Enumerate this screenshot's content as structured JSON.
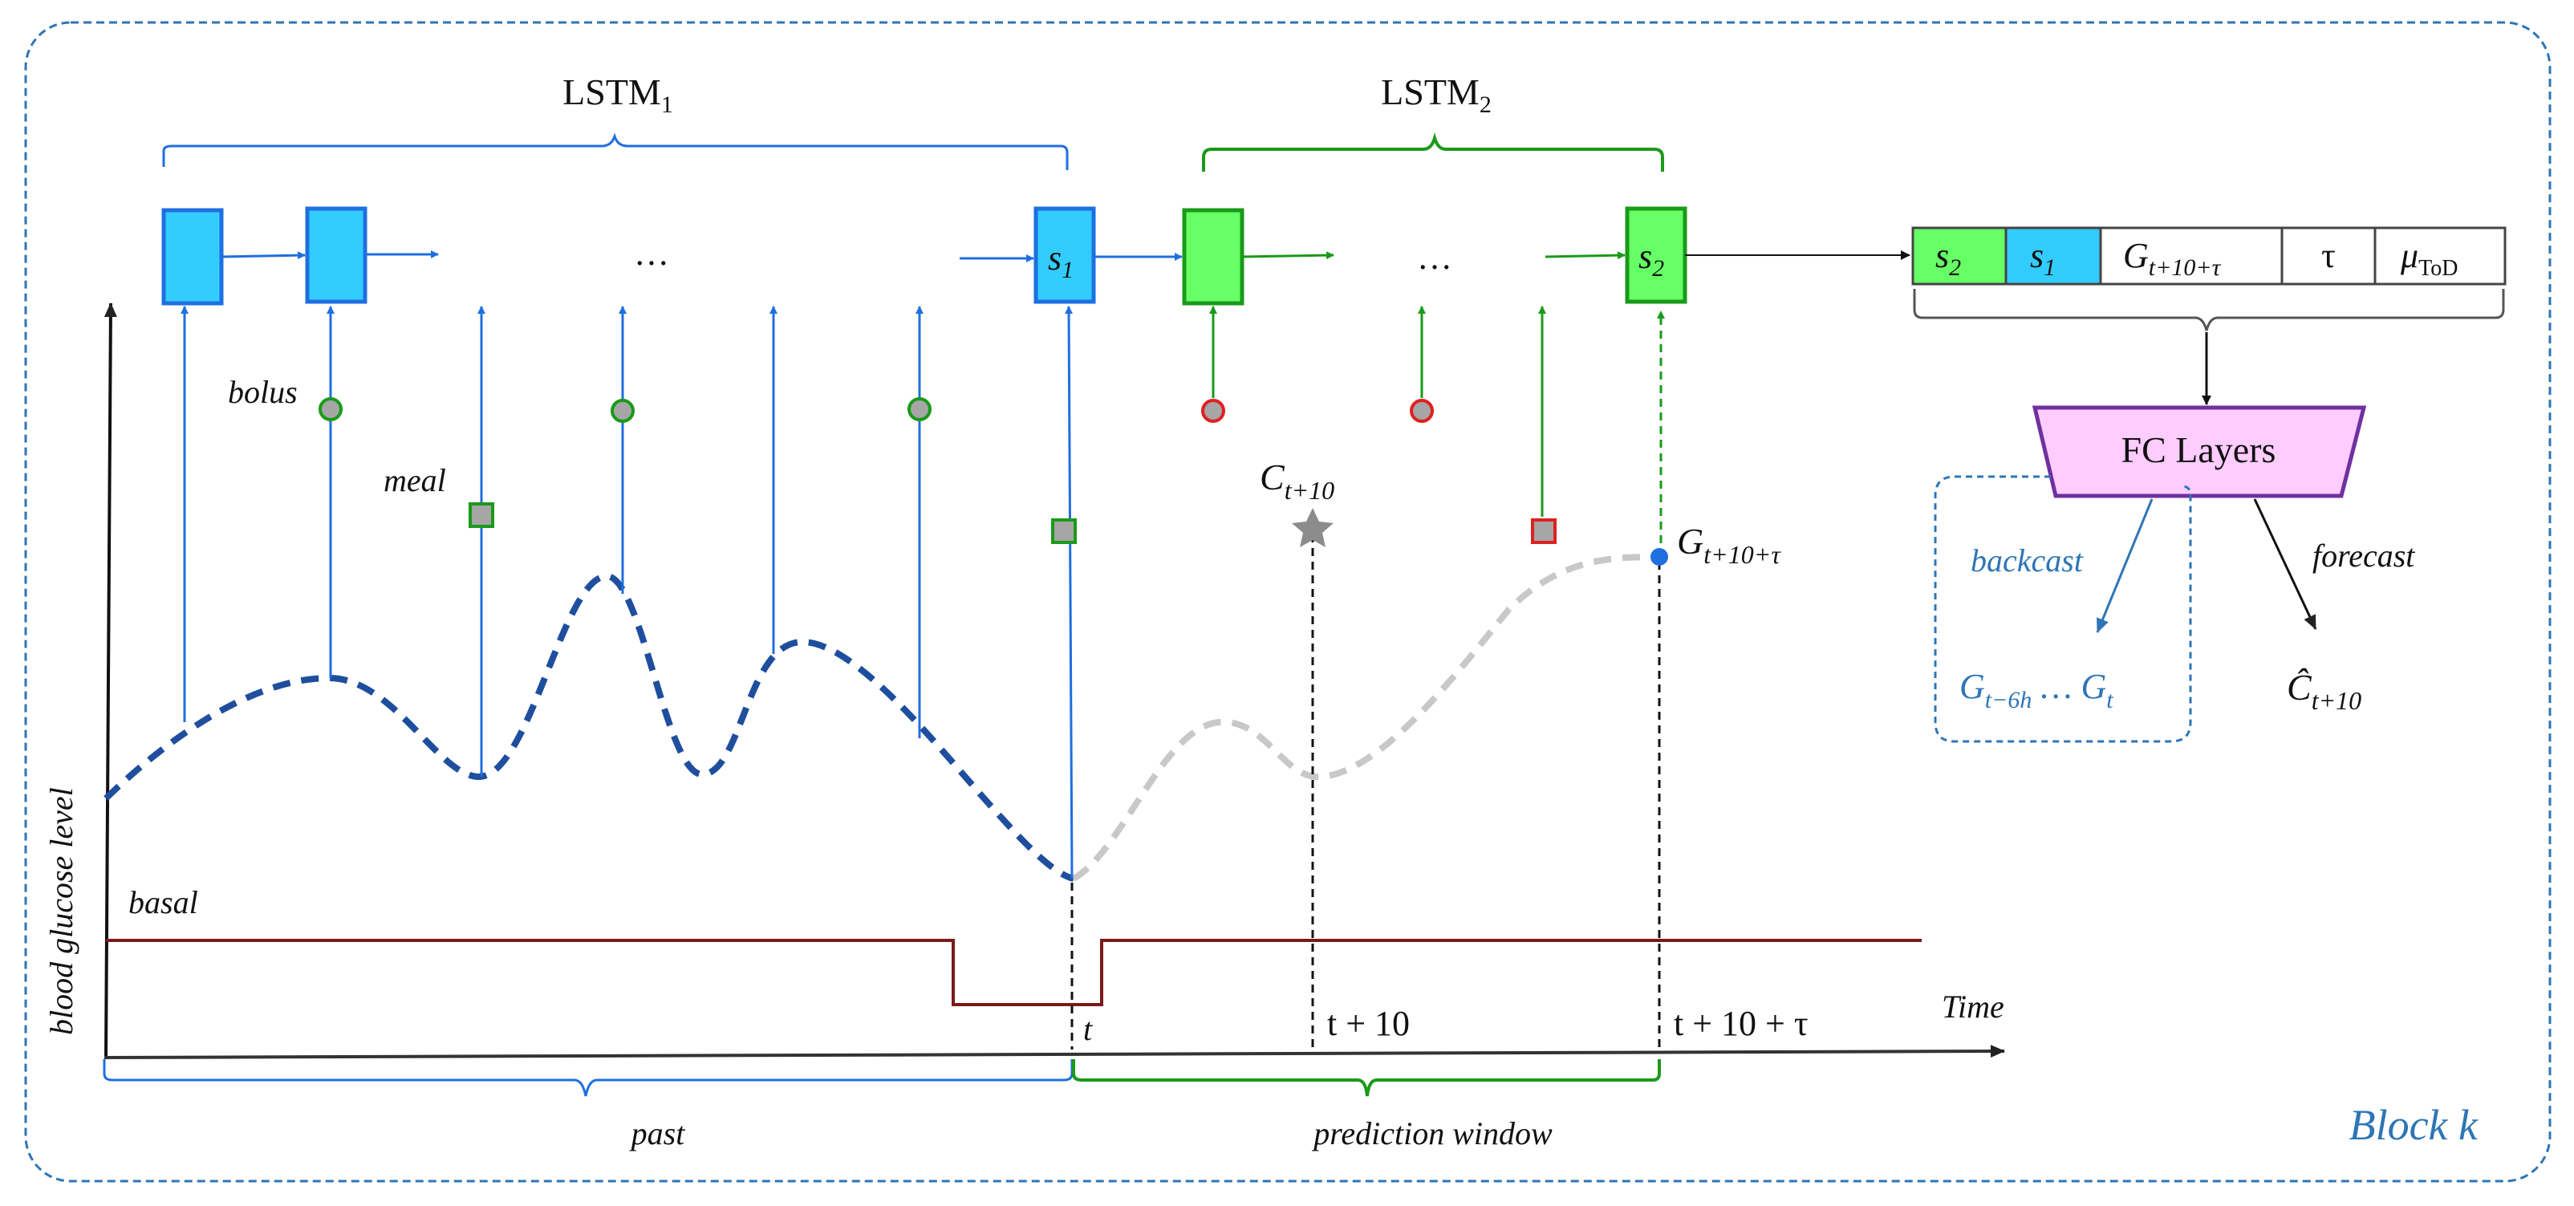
{
  "diagram": {
    "block_label": "Block k",
    "lstm1": {
      "name": "LSTM",
      "sub": "1"
    },
    "lstm2": {
      "name": "LSTM",
      "sub": "2"
    },
    "ellipsis": "…",
    "state1": {
      "symbol": "s",
      "sub": "1"
    },
    "state2": {
      "symbol": "s",
      "sub": "2"
    },
    "labels": {
      "bolus": "bolus",
      "meal": "meal",
      "basal": "basal",
      "y_axis": "blood glucose level",
      "time": "Time",
      "past": "past",
      "prediction_window": "prediction window",
      "t": "t",
      "t_plus_10": "t + 10",
      "t_plus_10_tau": "t + 10 + τ"
    },
    "c_label": {
      "symbol": "C",
      "sub": "t+10"
    },
    "g_label": {
      "symbol": "G",
      "sub": "t+10+τ"
    },
    "concat": [
      {
        "symbol": "s",
        "sub": "2",
        "color": "#66ff66"
      },
      {
        "symbol": "s",
        "sub": "1",
        "color": "#33ccff"
      },
      {
        "symbol": "G",
        "sub": "t+10+τ",
        "color": "#ffffff"
      },
      {
        "symbol": "τ",
        "sub": "",
        "color": "#ffffff"
      },
      {
        "symbol": "μ",
        "sub": "ToD",
        "color": "#ffffff"
      }
    ],
    "fc_layers": "FC Layers",
    "backcast": "backcast",
    "forecast": "forecast",
    "backcast_out": {
      "first": "G",
      "first_sub": "t−6h",
      "dots": " … ",
      "last": "G",
      "last_sub": "t"
    },
    "forecast_out": {
      "symbol": "Ĉ",
      "sub": "t+10"
    },
    "colors": {
      "lstm1": "#33ccff",
      "lstm2": "#66ff66",
      "blue_line": "#1f6fe0",
      "green_line": "#1a9a1a",
      "curve_past": "#1f4e9e",
      "curve_future": "#c8c8c8",
      "basal": "#7b1a1a",
      "fc_fill": "#ffccff",
      "fc_stroke": "#7030a0",
      "block_border": "#2e75b6",
      "meal_fill": "#a6a6a6",
      "bolus_fill": "#a6a6a6"
    }
  }
}
